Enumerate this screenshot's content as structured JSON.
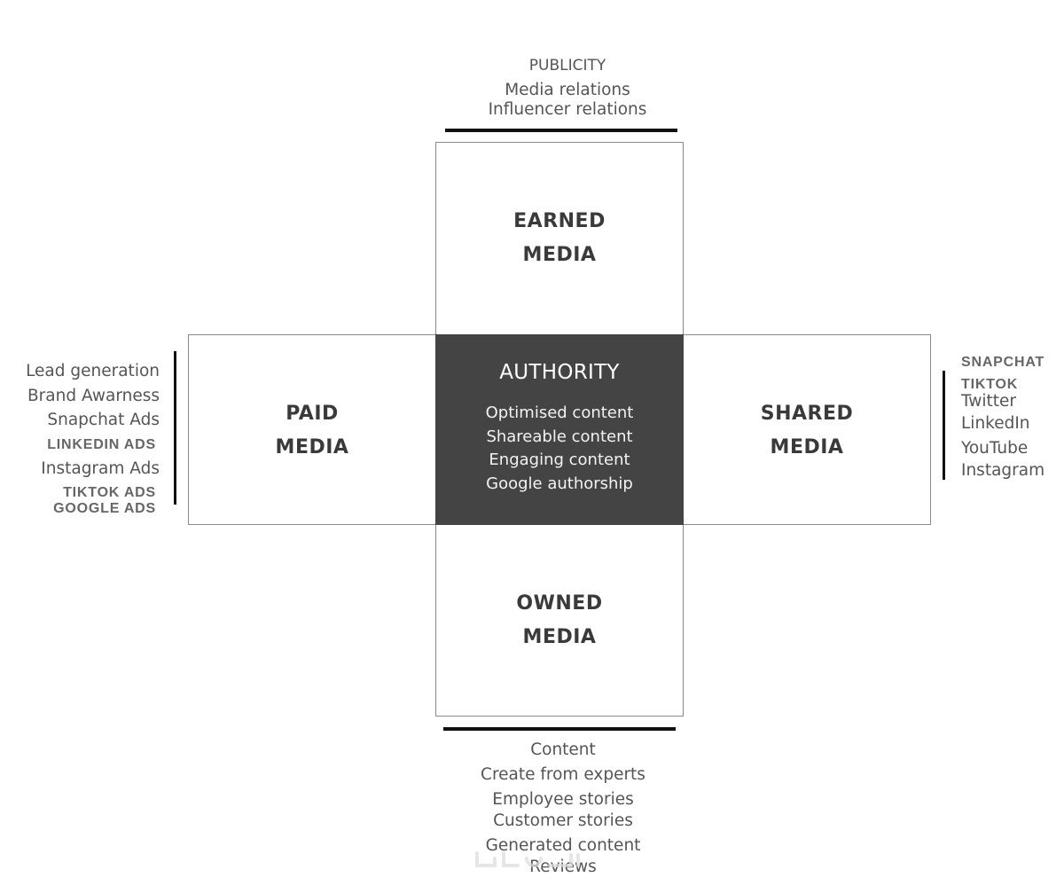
{
  "earned": {
    "line1": "EARNED",
    "line2": "MEDIA",
    "top_list": [
      "PUBLICITY",
      "Media relations",
      "Influencer relations"
    ]
  },
  "paid": {
    "line1": "PAID",
    "line2": "MEDIA",
    "list": [
      "Lead generation",
      "Brand Awarness",
      "Snapchat Ads",
      "LINKEDIN ADS",
      "Instagram Ads",
      "TIKTOK ADS",
      "GOOGLE ADS"
    ]
  },
  "shared": {
    "line1": "SHARED",
    "line2": "MEDIA",
    "list": [
      "SNAPCHAT",
      "TIKTOK",
      "Twitter",
      "LinkedIn",
      "YouTube",
      "Instagram"
    ]
  },
  "owned": {
    "line1": "OWNED",
    "line2": "MEDIA",
    "list": [
      "Content",
      "Create from experts",
      "Employee stories",
      "Customer stories",
      "Generated content",
      "Reviews"
    ]
  },
  "authority": {
    "title": "AUTHORITY",
    "items": [
      "Optimised content",
      "Shareable content",
      "Engaging content",
      "Google authorship"
    ]
  }
}
